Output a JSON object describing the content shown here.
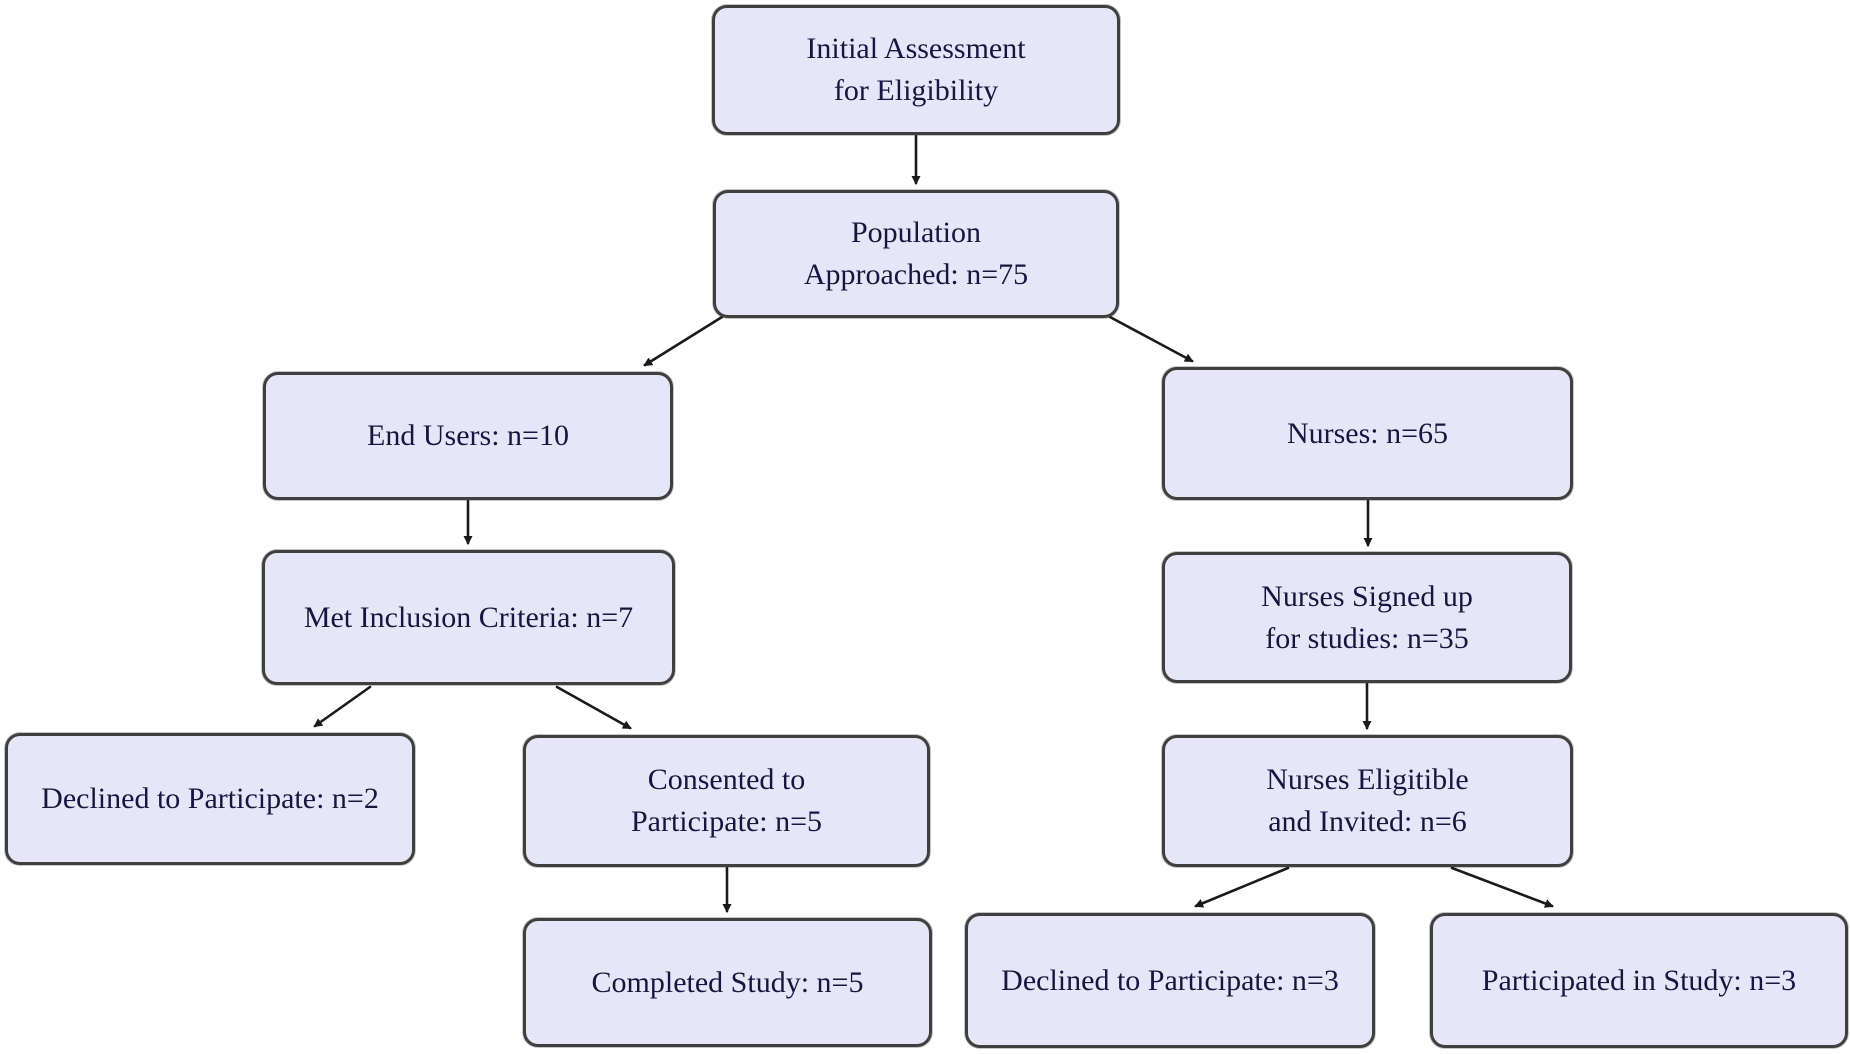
{
  "nodes": [
    {
      "id": "initial-assessment",
      "label": "Initial Assessment\nfor Eligibility"
    },
    {
      "id": "population-approached",
      "label": "Population\nApproached: n=75"
    },
    {
      "id": "end-users",
      "label": "End Users: n=10"
    },
    {
      "id": "nurses",
      "label": "Nurses: n=65"
    },
    {
      "id": "met-inclusion",
      "label": "Met Inclusion Criteria: n=7"
    },
    {
      "id": "nurses-signed-up",
      "label": "Nurses Signed up\nfor studies: n=35"
    },
    {
      "id": "declined-end-users",
      "label": "Declined to Participate: n=2"
    },
    {
      "id": "consented",
      "label": "Consented to\nParticipate: n=5"
    },
    {
      "id": "nurses-eligible",
      "label": "Nurses Eligitible\nand Invited: n=6"
    },
    {
      "id": "completed-study",
      "label": "Completed Study: n=5"
    },
    {
      "id": "declined-nurses",
      "label": "Declined to Participate: n=3"
    },
    {
      "id": "participated-study",
      "label": "Participated in Study: n=3"
    }
  ],
  "edges": [
    {
      "from": "initial-assessment",
      "to": "population-approached"
    },
    {
      "from": "population-approached",
      "to": "end-users"
    },
    {
      "from": "population-approached",
      "to": "nurses"
    },
    {
      "from": "end-users",
      "to": "met-inclusion"
    },
    {
      "from": "met-inclusion",
      "to": "declined-end-users"
    },
    {
      "from": "met-inclusion",
      "to": "consented"
    },
    {
      "from": "consented",
      "to": "completed-study"
    },
    {
      "from": "nurses",
      "to": "nurses-signed-up"
    },
    {
      "from": "nurses-signed-up",
      "to": "nurses-eligible"
    },
    {
      "from": "nurses-eligible",
      "to": "declined-nurses"
    },
    {
      "from": "nurses-eligible",
      "to": "participated-study"
    }
  ],
  "colors": {
    "node_fill": "#e6e6f8",
    "node_border": "#3f3f3f",
    "text": "#16163e",
    "line": "#1a1a1a",
    "background": "#ffffff"
  }
}
